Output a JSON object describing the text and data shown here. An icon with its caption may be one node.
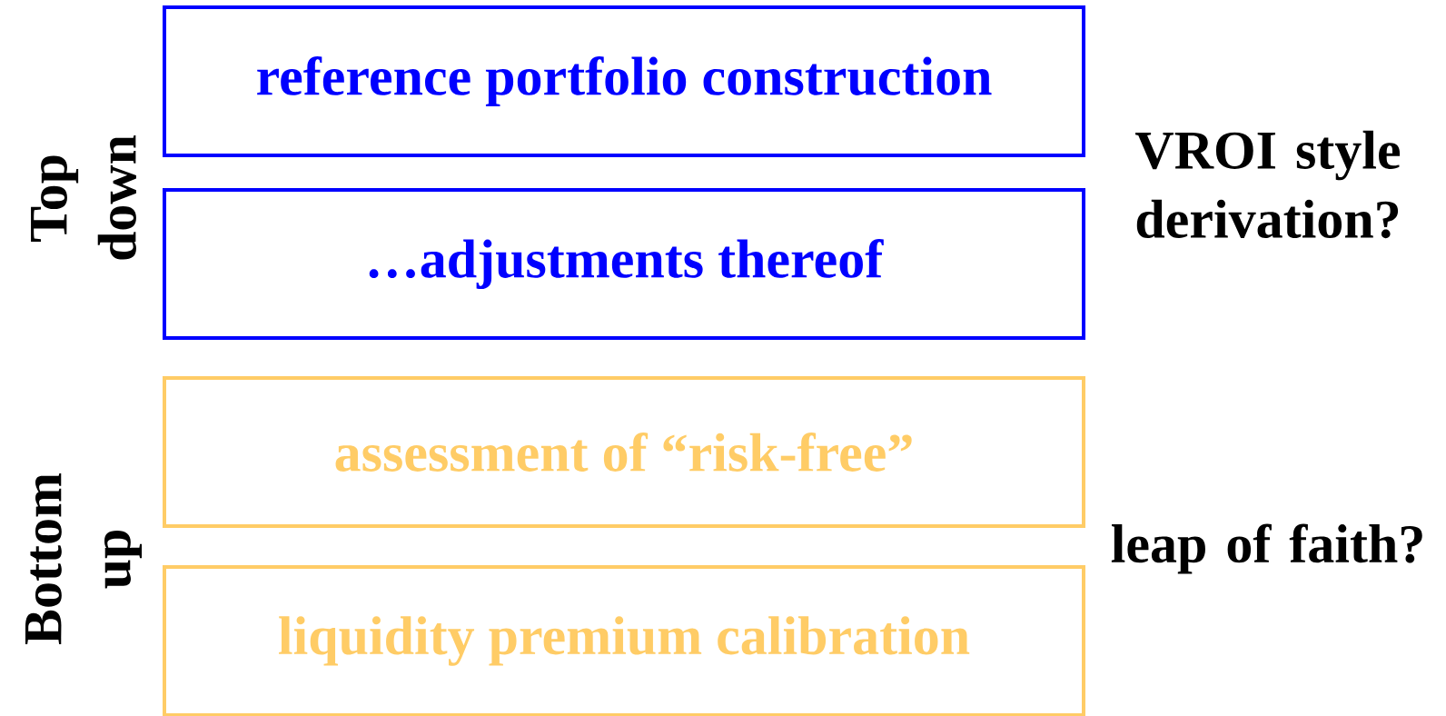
{
  "diagram": {
    "nodes": [
      {
        "text": [
          "reference portfolio construction"
        ]
      },
      {
        "text": [
          "…adjustments thereof"
        ]
      },
      {
        "text": [
          "assessment of “risk-free”"
        ]
      },
      {
        "text": [
          "liquidity premium calibration"
        ]
      }
    ],
    "labels": [
      "Top down",
      "VROI style derivation?",
      "Bottom up",
      "leap of faith?"
    ]
  }
}
